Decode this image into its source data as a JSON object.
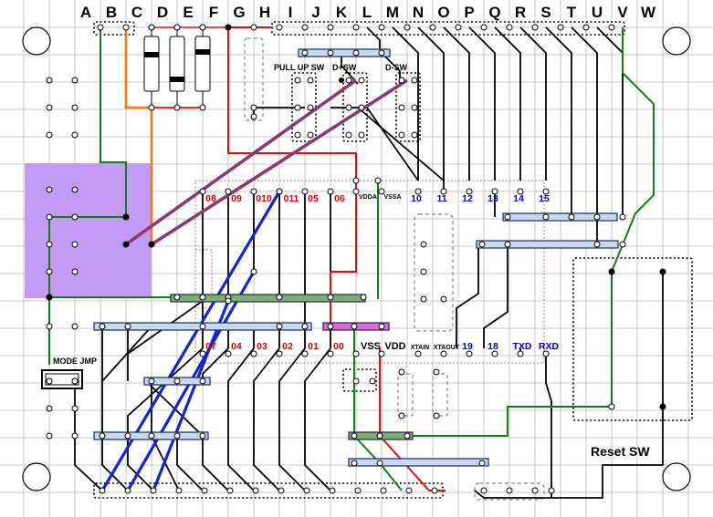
{
  "columns": [
    "A",
    "B",
    "C",
    "D",
    "E",
    "F",
    "G",
    "H",
    "I",
    "J",
    "K",
    "L",
    "M",
    "N",
    "O",
    "P",
    "Q",
    "R",
    "S",
    "T",
    "U",
    "V",
    "W"
  ],
  "labels": {
    "pull_up_sw": "PULL UP SW",
    "d_plus_sw": "D+SW",
    "d_minus_sw": "D-SW",
    "mode_jmp": "MODE JMP",
    "reset_sw": "Reset SW"
  },
  "chip_top_pins": [
    {
      "text": "08",
      "color": "red"
    },
    {
      "text": "09",
      "color": "red"
    },
    {
      "text": "010",
      "color": "red"
    },
    {
      "text": "011",
      "color": "red"
    },
    {
      "text": "05",
      "color": "red"
    },
    {
      "text": "06",
      "color": "red"
    },
    {
      "text": "VDDA",
      "color": "small"
    },
    {
      "text": "VSSA",
      "color": "small"
    },
    {
      "text": "10",
      "color": "blue"
    },
    {
      "text": "11",
      "color": "blue"
    },
    {
      "text": "12",
      "color": "blue"
    },
    {
      "text": "13",
      "color": "blue"
    },
    {
      "text": "14",
      "color": "blue"
    },
    {
      "text": "15",
      "color": "blue"
    }
  ],
  "chip_bottom_pins": [
    {
      "text": "07",
      "color": "red"
    },
    {
      "text": "04",
      "color": "red"
    },
    {
      "text": "03",
      "color": "red"
    },
    {
      "text": "02",
      "color": "red"
    },
    {
      "text": "01",
      "color": "red"
    },
    {
      "text": "00",
      "color": "red"
    },
    {
      "text": "VSS",
      "color": "black"
    },
    {
      "text": "VDD",
      "color": "black"
    },
    {
      "text": "XTAIN",
      "color": "small"
    },
    {
      "text": "XTAOUT",
      "color": "small"
    },
    {
      "text": "19",
      "color": "blue"
    },
    {
      "text": "18",
      "color": "blue"
    },
    {
      "text": "TXD",
      "color": "blue"
    },
    {
      "text": "RXD",
      "color": "blue"
    }
  ],
  "colors": {
    "grid": "#c8c8c8",
    "purple_pad": "#c39af5",
    "wire_orange": "#f07a14",
    "wire_green": "#108010",
    "wire_red": "#e01010",
    "wire_blue": "#1024d8",
    "wire_plum": "#8a3a6e",
    "bar_blue": "#c6d9ee",
    "bar_green": "#7fae6e",
    "bar_magenta": "#e468d8"
  }
}
